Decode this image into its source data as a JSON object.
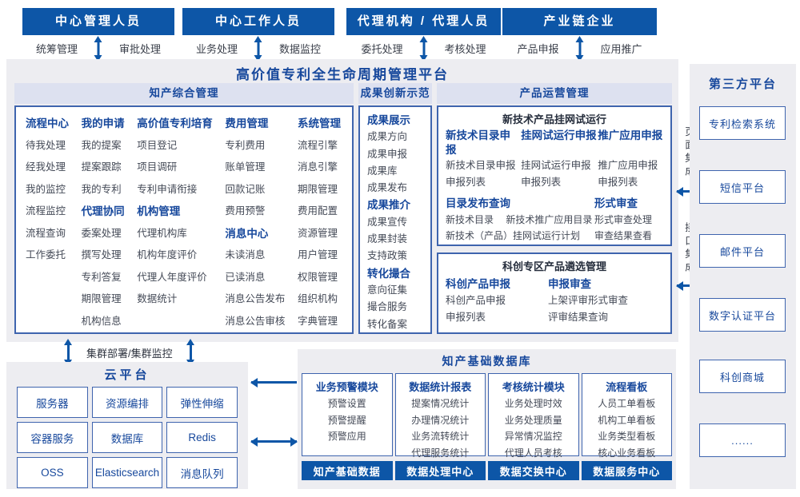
{
  "colors": {
    "primary": "#0d56a7",
    "heading_blue": "#17489c",
    "box_border": "#3e64ae",
    "panel_bg": "#ededf1",
    "strip_bg": "#dde1f0",
    "body_text": "#444a57"
  },
  "actors": [
    {
      "title": "中心管理人员",
      "left_label": "统筹管理",
      "right_label": "审批处理"
    },
    {
      "title": "中心工作人员",
      "left_label": "业务处理",
      "right_label": "数据监控"
    },
    {
      "title": "代理机构 / 代理人员",
      "left_label": "委托处理",
      "right_label": "考核处理"
    },
    {
      "title": "产业链企业",
      "left_label": "产品申报",
      "right_label": "应用推广"
    }
  ],
  "platform_title": "高价值专利全生命周期管理平台",
  "ip_mgmt": {
    "title": "知产综合管理",
    "columns": [
      [
        {
          "text": "流程中心",
          "cls": "hdr"
        },
        "待我处理",
        "经我处理",
        "我的监控",
        "流程监控",
        "流程查询",
        "工作委托"
      ],
      [
        {
          "text": "我的申请",
          "cls": "hdr"
        },
        "我的提案",
        "提案跟踪",
        "我的专利",
        {
          "text": "代理协同",
          "cls": "hdr"
        },
        "委案处理",
        "撰写处理",
        "专利答复",
        "期限管理",
        "机构信息"
      ],
      [
        {
          "text": "高价值专利培育",
          "cls": "hdr"
        },
        "项目登记",
        "项目调研",
        "专利申请衔接",
        {
          "text": "机构管理",
          "cls": "hdr"
        },
        "代理机构库",
        "机构年度评价",
        "代理人年度评价",
        "数据统计"
      ],
      [
        {
          "text": "费用管理",
          "cls": "hdr"
        },
        "专利费用",
        "账单管理",
        "回款记账",
        "费用预警",
        {
          "text": "消息中心",
          "cls": "hdr"
        },
        "未读消息",
        "已读消息",
        "消息公告发布",
        "消息公告审核"
      ],
      [
        {
          "text": "系统管理",
          "cls": "hdr"
        },
        "流程引擎",
        "消息引擎",
        "期限管理",
        "费用配置",
        "资源管理",
        "用户管理",
        "权限管理",
        "组织机构",
        "字典管理"
      ]
    ]
  },
  "achievement": {
    "title": "成果创新示范",
    "rows": [
      {
        "text": "成果展示",
        "cls": "hdr"
      },
      "成果方向",
      "成果申报",
      "成果库",
      "成果发布",
      {
        "text": "成果推介",
        "cls": "hdr"
      },
      "成果宣传",
      "成果封装",
      "支持政策",
      {
        "text": "转化撮合",
        "cls": "hdr"
      },
      "意向征集",
      "撮合服务",
      "转化备案"
    ]
  },
  "product_ops": {
    "title": "产品运营管理",
    "trial": {
      "title": "新技术产品挂网试运行",
      "columns": [
        [
          {
            "text": "新技术目录申报",
            "cls": "hdr2"
          },
          "新技术目录申报",
          "申报列表"
        ],
        [
          {
            "text": "挂网试运行申报",
            "cls": "hdr2"
          },
          "挂网试运行申报",
          "申报列表"
        ],
        [
          {
            "text": "推广应用申报",
            "cls": "hdr2"
          },
          "推广应用申报",
          "申报列表"
        ]
      ],
      "catalog": [
        {
          "text": "目录发布查询",
          "cls": "hdr"
        },
        "新技术目录　 新技术推广应用目录",
        "新技术（产品）挂网试运行计划"
      ],
      "review": [
        {
          "text": "形式审查",
          "cls": "hdr"
        },
        "形式审查处理",
        "审查结果查看"
      ]
    },
    "selection": {
      "title": "科创专区产品遴选管理",
      "col1": [
        {
          "text": "科创产品申报",
          "cls": "hdr"
        },
        "科创产品申报",
        "申报列表"
      ],
      "col2": [
        {
          "text": "申报审查",
          "cls": "hdr"
        },
        "上架评审形式审查",
        "评审结果查询"
      ]
    }
  },
  "integration": {
    "page": "页面集成",
    "api": "接口集成"
  },
  "third_party": {
    "title": "第三方平台",
    "items": [
      "专利检索系统",
      "短信平台",
      "邮件平台",
      "数字认证平台",
      "科创商城",
      "......"
    ]
  },
  "cluster_label": "集群部署/集群监控",
  "cloud": {
    "title": "云平台",
    "items": [
      "服务器",
      "资源编排",
      "弹性伸缩",
      "容器服务",
      "数据库",
      "Redis",
      "OSS",
      "Elasticsearch",
      "消息队列"
    ]
  },
  "database": {
    "title": "知产基础数据库",
    "modules": [
      {
        "header": "业务预警模块",
        "items": [
          "预警设置",
          "预警提醒",
          "预警应用"
        ]
      },
      {
        "header": "数据统计报表",
        "items": [
          "提案情况统计",
          "办理情况统计",
          "业务流转统计",
          "代理服务统计"
        ]
      },
      {
        "header": "考核统计模块",
        "items": [
          "业务处理时效",
          "业务处理质量",
          "异常情况监控",
          "代理人员考核"
        ]
      },
      {
        "header": "流程看板",
        "items": [
          "人员工单看板",
          "机构工单看板",
          "业务类型看板",
          "核心业务看板"
        ]
      }
    ],
    "buttons": [
      "知产基础数据",
      "数据处理中心",
      "数据交换中心",
      "数据服务中心"
    ]
  }
}
